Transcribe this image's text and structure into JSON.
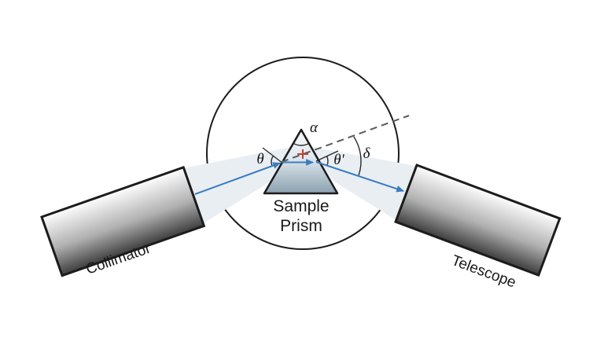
{
  "figure": {
    "type": "prism-spectrometer-diagram",
    "labels": {
      "collimator": "Collimator",
      "telescope": "Telescope",
      "sample_prism_line1": "Sample",
      "sample_prism_line2": "Prism",
      "apex_angle": "α",
      "incidence_angle": "θ",
      "exit_angle": "θ'",
      "deviation_angle": "δ"
    },
    "colors": {
      "ray_blue": "#3b7dbf",
      "beam_fill": "#e9eef3",
      "outline_black": "#1c1c1c",
      "dashed_gray": "#5a5a5a",
      "center_mark_red": "#bf4138",
      "prism_gradient_top": "#f7fafb",
      "prism_gradient_mid": "#dfe8ee",
      "prism_gradient_bottom": "#8ba1b0",
      "device_gradient_light": "#fdfdfd",
      "device_gradient_mid": "#b0b0b0",
      "device_gradient_dark": "#3e3e3e",
      "background": "#ffffff"
    }
  }
}
